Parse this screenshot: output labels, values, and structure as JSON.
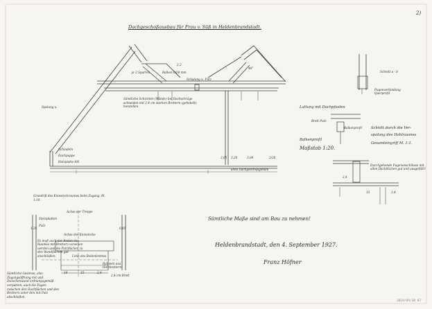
{
  "sheet": {
    "page_number": "2)",
    "title": "Dachgeschoßausbau für Frau v. Süß in Heldenbrandstadt.",
    "archive_stamp": "2019/09/30 07"
  },
  "roof_section": {
    "label_rafters": "je 2 Sparren",
    "label_beam": "Balken 0/18 mm",
    "label_dim_top": "2,2",
    "label_angle": "40°",
    "label_ceiling": "Schalung u. Putz",
    "label_wall": "Spalung u.",
    "label_note": "Sämtliche Schichten (Wände) bei Dachschräge schneiden mit 2,4 cm starken Brettern (gehobelt) herstellen.",
    "label_layer1": "Schindeln",
    "label_layer2": "Dachpappe",
    "label_layer3": "Holzplatte 8/6",
    "label_dim1": "3,05",
    "label_dim2": "3,20",
    "label_dim3": "2/20",
    "label_dim4": "3,04",
    "label_floor": "altes Dachgeschoßgebälk"
  },
  "detail_right": {
    "label_cut": "Schnitt a - b",
    "label_joint": "Fugenverbindung Querprofil",
    "label_plank": "Lattung mit Dachpfosten",
    "label_wood": "Brett Putz",
    "label_beam_detail": "Balkenprofil",
    "label_scale_1": "Maßstab 1:20.",
    "label_section": "Schnitt durch die Ver-",
    "label_section2": "spalung des Hohlraumes",
    "label_scale_2": "Gesamteingriff M. 1:1.",
    "label_dim_a": "2,4",
    "label_dim_b": "15",
    "label_dim_c": "3,4",
    "label_side_note": "Durchgehende Fugenanschlüsse mit allen Dachflächen gut und ausgefüllt!"
  },
  "ground_plan": {
    "title": "Grundriß des Kniestockraumes beim Zugang. M. 1:10.",
    "label_stairs": "Achse der Treppe",
    "label_stein": "Steinplatten",
    "label_putz": "Putz",
    "label_kniestock": "Achse des Kniestocks",
    "label_note": "Es muß auch der Boden des Raumes mit Brettern versehen werden und die Putzflächen zu den Wandflächen gut anschließen.",
    "label_floor_line": "Linie des Bodenbrettes",
    "label_frame": "Rahmen aus Holzbrettern",
    "label_dim_bottom": "2,4 cm Brett",
    "label_dims": [
      "1,35",
      "0,85",
      "10",
      "15",
      "2,4"
    ],
    "label_footer_note": "Sämtliche Gesimse, also Zugangsöffnung mit und Zwischenwand ordnungsgemäß verputzen, auch die Fugen zwischen den Dachflächen und den Brettern unter den mit Putz abschließen."
  },
  "notes": {
    "main_note": "Sämtliche Maße sind am Bau zu nehmen!",
    "date_line": "Heldenbrandstadt, den 4. September 1927.",
    "signature": "Franz Höfner"
  }
}
